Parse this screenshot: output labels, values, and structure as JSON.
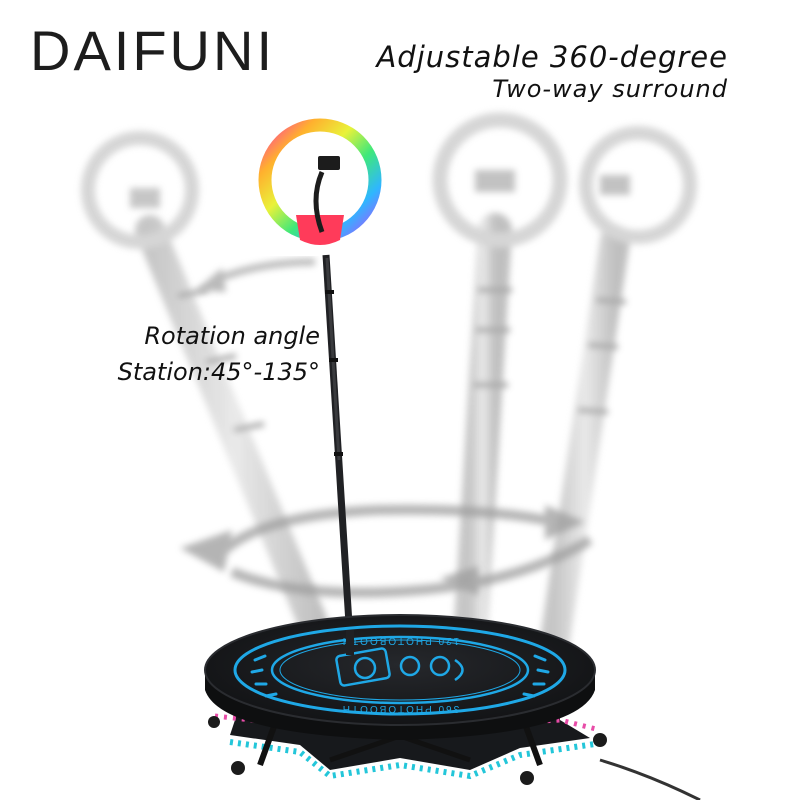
{
  "brand": {
    "name": "DAIFUNI"
  },
  "headline": {
    "line1": "Adjustable 360-degree",
    "line2": "Two-way surround"
  },
  "rotation": {
    "line1": "Rotation angle",
    "line2": "Station:45°-135°"
  },
  "platform": {
    "ring_text_top": "120 PHOTOBOOTH",
    "ring_text_bottom": "360 PHOTOBOOTH"
  },
  "colors": {
    "brand": "#1d1d1d",
    "platform": "#151618",
    "ring_blue": "#1fa8e6",
    "led_strip": "#23c6d9"
  }
}
